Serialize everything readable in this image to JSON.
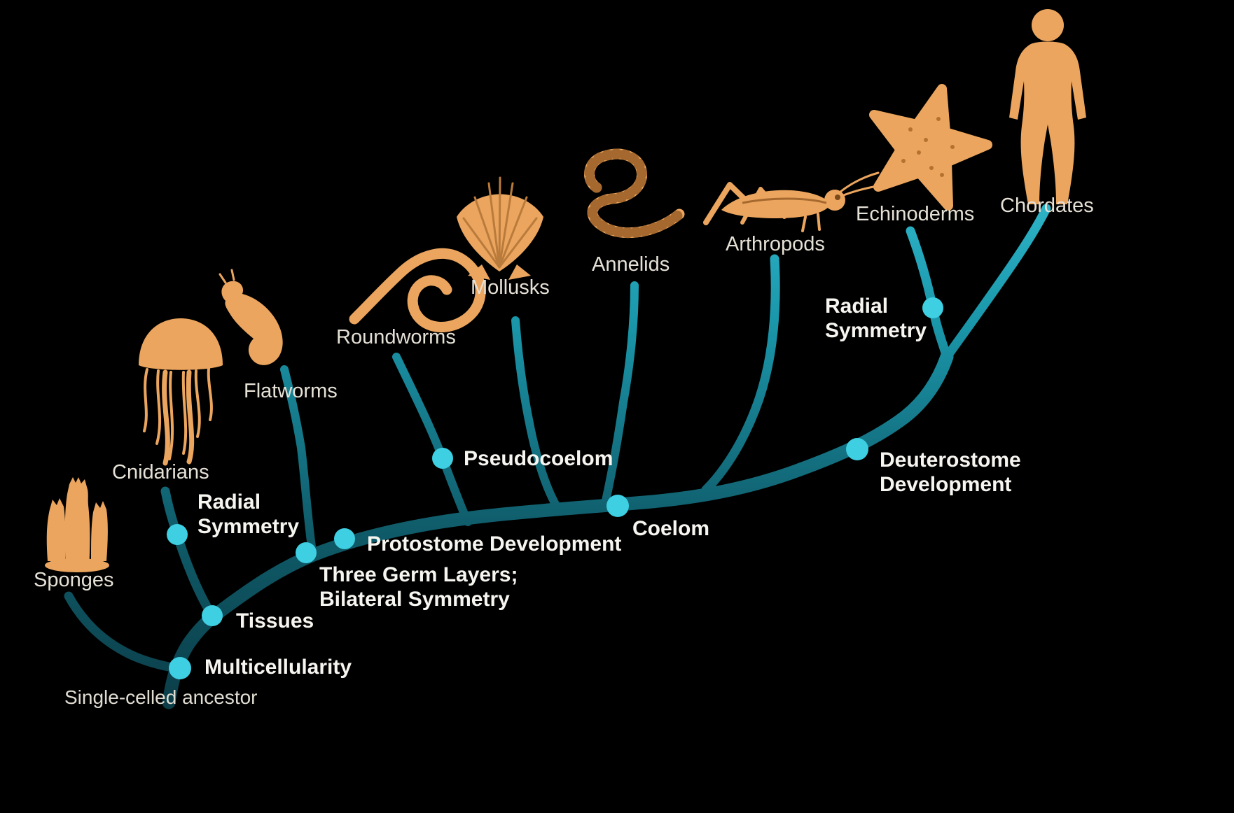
{
  "diagram": {
    "title": "Animal phylogenetic tree",
    "root_label": "Single-celled ancestor",
    "taxa": [
      {
        "id": "sponges",
        "label": "Sponges"
      },
      {
        "id": "cnidarians",
        "label": "Cnidarians"
      },
      {
        "id": "flatworms",
        "label": "Flatworms"
      },
      {
        "id": "roundworms",
        "label": "Roundworms"
      },
      {
        "id": "mollusks",
        "label": "Mollusks"
      },
      {
        "id": "annelids",
        "label": "Annelids"
      },
      {
        "id": "arthropods",
        "label": "Arthropods"
      },
      {
        "id": "echinoderms",
        "label": "Echinoderms"
      },
      {
        "id": "chordates",
        "label": "Chordates"
      }
    ],
    "traits": [
      {
        "id": "multicellularity",
        "label": "Multicellularity"
      },
      {
        "id": "tissues",
        "label": "Tissues"
      },
      {
        "id": "radial-symmetry-cnidarian",
        "label": "Radial Symmetry"
      },
      {
        "id": "three-germ-layers",
        "label": "Three Germ Layers; Bilateral Symmetry"
      },
      {
        "id": "protostome-development",
        "label": "Protostome Development"
      },
      {
        "id": "pseudocoelom",
        "label": "Pseudocoelom"
      },
      {
        "id": "coelom",
        "label": "Coelom"
      },
      {
        "id": "radial-symmetry-echinoderm",
        "label": "Radial Symmetry"
      },
      {
        "id": "deuterostome-development",
        "label": "Deuterostome Development"
      }
    ],
    "colors": {
      "background": "#000000",
      "branch_bright": "#3AC6DA",
      "branch_mid": "#1B98AC",
      "branch_dark": "#0A3640",
      "node": "#3ECFE2",
      "animal": "#EBA55E",
      "animal_detail": "#A5692F",
      "taxon_label": "#E6E1D6",
      "trait_label": "#F7F5F0"
    }
  }
}
